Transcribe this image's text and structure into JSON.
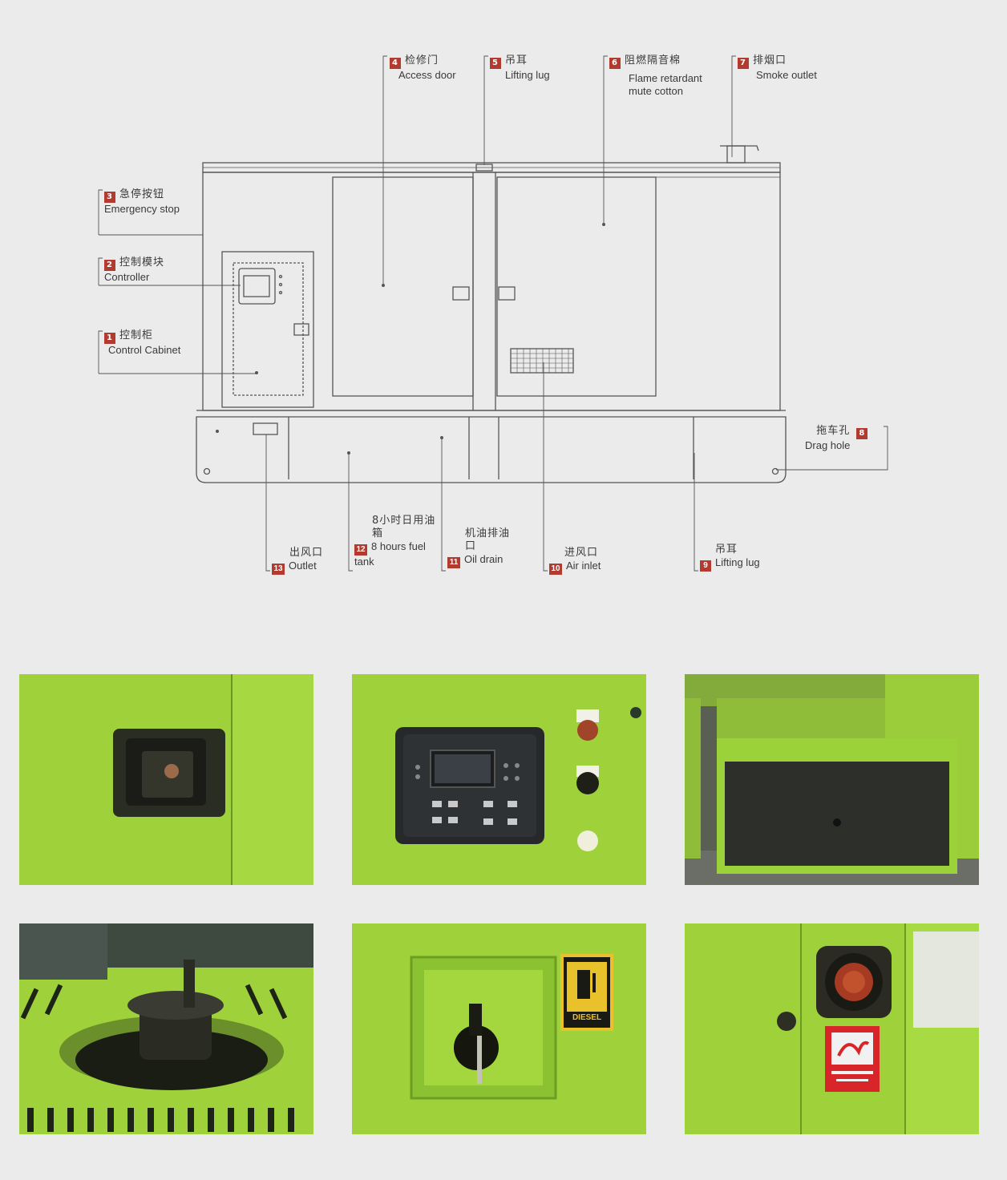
{
  "callouts": [
    {
      "num": "1",
      "cn": "控制柜",
      "en": "Control Cabinet"
    },
    {
      "num": "2",
      "cn": "控制模块",
      "en": "Controller"
    },
    {
      "num": "3",
      "cn": "急停按钮",
      "en": "Emergency stop"
    },
    {
      "num": "4",
      "cn": "检修门",
      "en": "Access door"
    },
    {
      "num": "5",
      "cn": "吊耳",
      "en": "Lifting lug"
    },
    {
      "num": "6",
      "cn": "阻燃隔音棉",
      "en": "Flame retardant mute cotton"
    },
    {
      "num": "7",
      "cn": "排烟口",
      "en": "Smoke outlet"
    },
    {
      "num": "8",
      "cn": "拖车孔",
      "en": "Drag hole"
    },
    {
      "num": "9",
      "cn": "吊耳",
      "en": "Lifting lug"
    },
    {
      "num": "10",
      "cn": "进风口",
      "en": "Air inlet"
    },
    {
      "num": "11",
      "cn": "机油排油口",
      "en": "Oil drain"
    },
    {
      "num": "12",
      "cn": "8小时日用油箱",
      "en": "8 hours fuel tank"
    },
    {
      "num": "13",
      "cn": "出风口",
      "en": "Outlet"
    }
  ],
  "photos": {
    "fuel_sign_text": "DIESEL",
    "colors": {
      "panel_green": "#9fd23a",
      "label_red": "#b23a2e",
      "sign_yellow": "#e9c12a"
    }
  }
}
